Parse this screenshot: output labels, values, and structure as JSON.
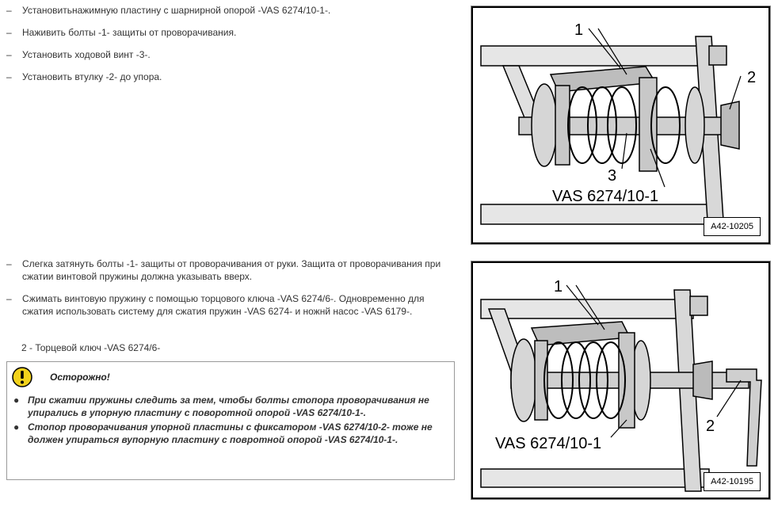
{
  "steps_top": [
    "Установитьнажимную пластину с шарнирной опорой -VAS 6274/10-1-.",
    "Наживить болты -1- защиты от проворачивания.",
    "Установить ходовой винт -3-.",
    "Установить втулку -2- до упора."
  ],
  "steps_bottom": [
    "Слегка затянуть болты -1- защиты от проворачивания от руки. Защита от проворачивания при сжатии винтовой пружины должна указывать вверх.",
    "Сжимать винтовую пружину с помощью торцового ключа -VAS 6274/6-. Одновременно для сжатия использовать систему для сжатия пружин -VAS 6274- и ножнй насос -VAS 6179-."
  ],
  "subnote": "2 - Торцевой ключ -VAS 6274/6-",
  "warning": {
    "icon": "exclamation-icon",
    "title": "Осторожно!",
    "items": [
      "При сжатии пружины следить за тем, чтобы болты стопора проворачивания не упирались в упорную пластину с поворотной опорой -VAS 6274/10-1-.",
      "Стопор проворачивания упорной пластины с фиксатором -VAS 6274/10-2- тоже не должен упираться вупорную пластину с повротной опорой -VAS 6274/10-1-."
    ]
  },
  "figure1": {
    "labels": {
      "one": "1",
      "two": "2",
      "three": "3",
      "tool": "VAS 6274/10-1"
    },
    "code": "A42-10205"
  },
  "figure2": {
    "labels": {
      "one": "1",
      "two": "2",
      "tool": "VAS 6274/10-1"
    },
    "code": "A42-10195"
  },
  "colors": {
    "warning_yellow": "#f2d21b",
    "border": "#999999"
  }
}
